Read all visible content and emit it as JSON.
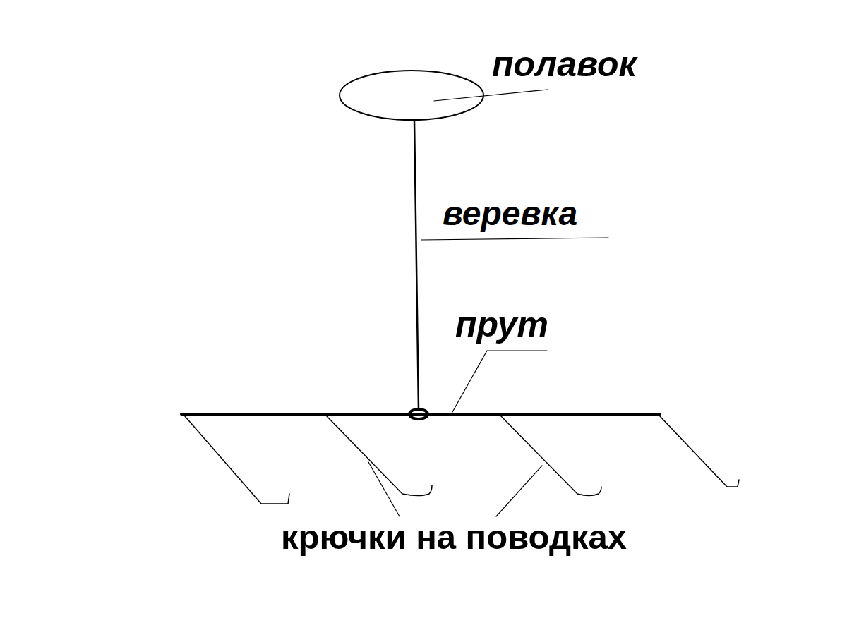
{
  "diagram": {
    "labels": [
      "полавок",
      "веревка",
      "прут",
      "крючки на поводках"
    ]
  }
}
